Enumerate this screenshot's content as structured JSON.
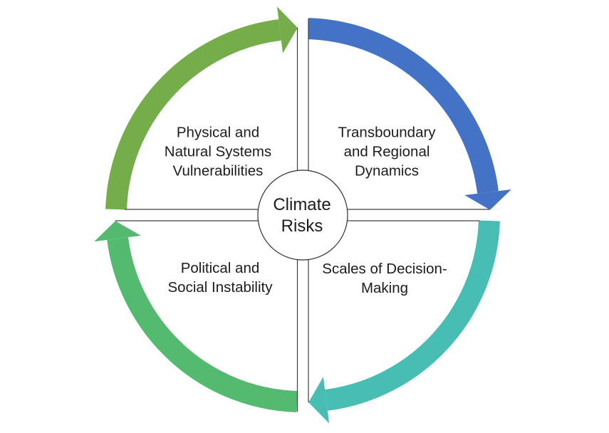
{
  "diagram": {
    "type": "cycle",
    "center_label": "Climate\nRisks",
    "segments": [
      {
        "id": "physical",
        "label": "Physical and\nNatural Systems\nVulnerabilities",
        "color": "#76AD4B",
        "position": "top-left"
      },
      {
        "id": "transboundary",
        "label": "Transboundary\nand Regional\nDynamics",
        "color": "#4472C4",
        "position": "top-right"
      },
      {
        "id": "scales",
        "label": "Scales of Decision-\nMaking",
        "color": "#48BDB4",
        "position": "bottom-right"
      },
      {
        "id": "political",
        "label": "Political and\nSocial Instability",
        "color": "#54BA6F",
        "position": "bottom-left"
      }
    ],
    "colors": {
      "divider_line": "#404040",
      "circle_outline": "#303030",
      "text": "#1c1c1c",
      "background": "#ffffff"
    }
  }
}
